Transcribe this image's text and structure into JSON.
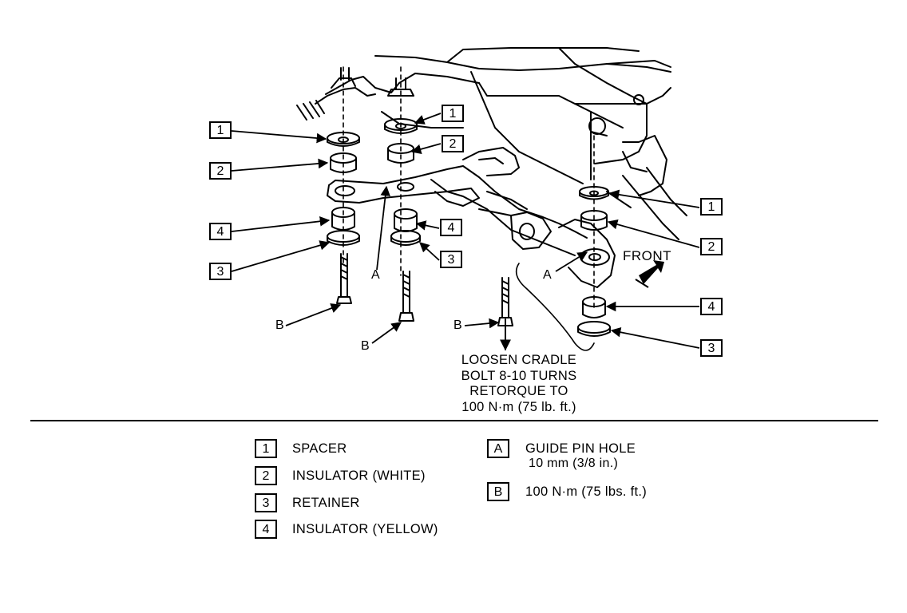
{
  "callouts": {
    "c1_left": "1",
    "c2_left": "2",
    "c4_left": "4",
    "c3_left": "3",
    "c1_mid": "1",
    "c2_mid": "2",
    "c4_mid": "4",
    "c3_mid": "3",
    "c1_right": "1",
    "c2_right": "2",
    "c4_right": "4",
    "c3_right": "3"
  },
  "letters": {
    "a_left": "A",
    "a_right": "A",
    "b_left": "B",
    "b_mid": "B",
    "b_right": "B"
  },
  "note_lines": [
    "LOOSEN CRADLE",
    "BOLT 8-10 TURNS",
    "RETORQUE TO",
    "100 N·m (75 lb. ft.)"
  ],
  "front_label": "FRONT",
  "legend": {
    "items": [
      {
        "key": "1",
        "label": "SPACER"
      },
      {
        "key": "2",
        "label": "INSULATOR (WHITE)"
      },
      {
        "key": "3",
        "label": "RETAINER"
      },
      {
        "key": "4",
        "label": "INSULATOR (YELLOW)"
      }
    ],
    "letter_items": [
      {
        "key": "A",
        "label": "GUIDE PIN HOLE",
        "sub": "10 mm (3/8 in.)"
      },
      {
        "key": "B",
        "label": "100 N·m (75 lbs. ft.)"
      }
    ]
  }
}
